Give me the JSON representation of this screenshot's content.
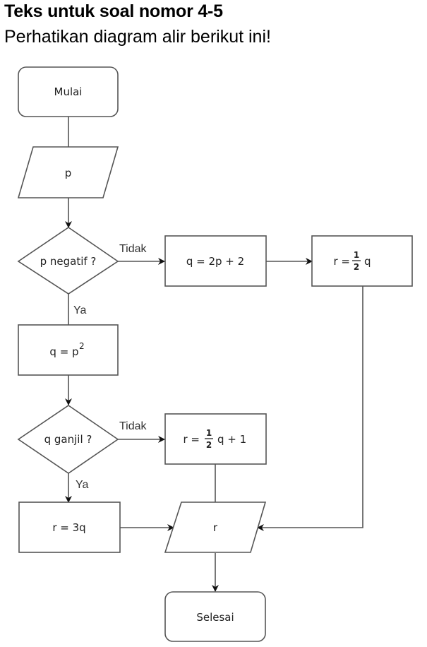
{
  "header": {
    "title": "Teks untuk soal nomor 4-5",
    "instruction": "Perhatikan diagram alir berikut ini!"
  },
  "flowchart": {
    "nodes": {
      "start": "Mulai",
      "input_p": "p",
      "decision_p_negative": "p negatif ?",
      "q_2p_plus_2": "q = 2p + 2",
      "r_half_q": {
        "prefix": "r =",
        "num": "1",
        "den": "2",
        "suffix": "q"
      },
      "q_p_squared": {
        "base": "q = p",
        "exp": "2"
      },
      "decision_q_odd": "q ganjil ?",
      "r_half_q_plus_1": {
        "prefix": "r =",
        "num": "1",
        "den": "2",
        "suffix": "q + 1"
      },
      "r_3q": "r = 3q",
      "output_r": "r",
      "end": "Selesai"
    },
    "edge_labels": {
      "p_negative_no": "Tidak",
      "p_negative_yes": "Ya",
      "q_odd_no": "Tidak",
      "q_odd_yes": "Ya"
    }
  }
}
